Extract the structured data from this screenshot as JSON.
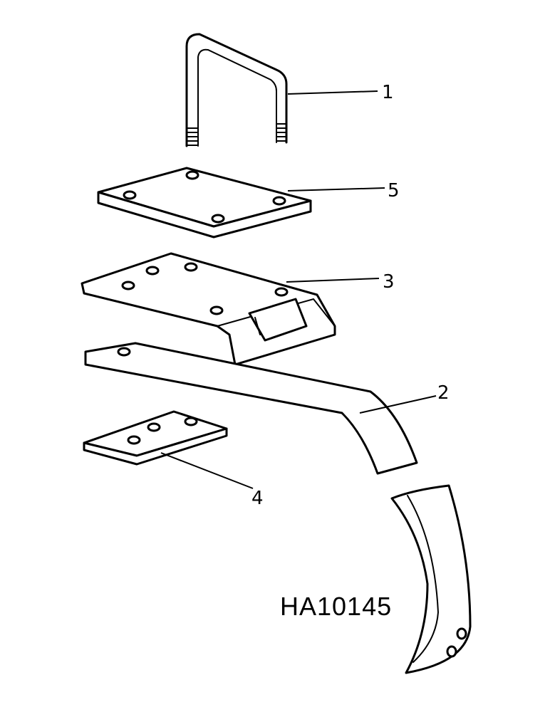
{
  "callouts": [
    {
      "id": "u-bolt",
      "label": "1"
    },
    {
      "id": "shank",
      "label": "2"
    },
    {
      "id": "clamp-bracket",
      "label": "3"
    },
    {
      "id": "lower-plate",
      "label": "4"
    },
    {
      "id": "top-plate",
      "label": "5"
    }
  ],
  "drawing_code": "HA10145",
  "colors": {
    "ink": "#000000",
    "paper": "#ffffff"
  }
}
